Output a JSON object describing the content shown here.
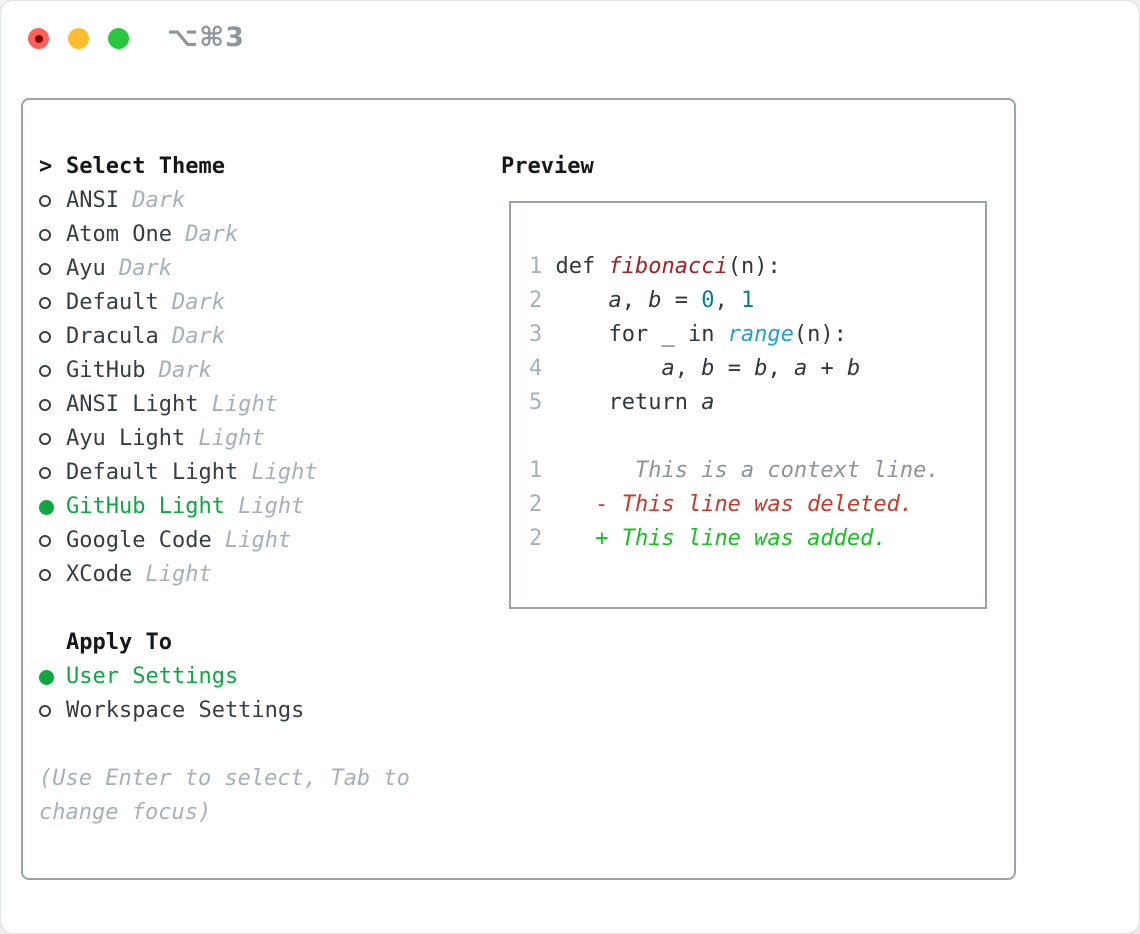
{
  "window": {
    "title": "⌥⌘3"
  },
  "colors": {
    "traffic_red": "#FE5F57",
    "traffic_red_dot": "#7D0006",
    "traffic_yellow": "#FEBC2E",
    "traffic_green": "#28C73F",
    "title_gray": "#8F959C",
    "border_gray": "#9AA3AE",
    "header_dark": "#14171B",
    "text_dark": "#373D45",
    "code_dark": "#31363D",
    "dim_gray": "#A6AFBC",
    "context_gray": "#8B939D",
    "green_sel": "#0FA643",
    "added_green": "#13C21D",
    "deleted_red": "#C43A2B",
    "function_red": "#A32127",
    "literal_teal": "#0E7C86",
    "call_blue": "#219FD6"
  },
  "theme_picker": {
    "header_prefix": ">",
    "header": "Select Theme",
    "items": [
      {
        "name": "ANSI",
        "tag": "Dark",
        "selected": false
      },
      {
        "name": "Atom One",
        "tag": "Dark",
        "selected": false
      },
      {
        "name": "Ayu",
        "tag": "Dark",
        "selected": false
      },
      {
        "name": "Default",
        "tag": "Dark",
        "selected": false
      },
      {
        "name": "Dracula",
        "tag": "Dark",
        "selected": false
      },
      {
        "name": "GitHub",
        "tag": "Dark",
        "selected": false
      },
      {
        "name": "ANSI Light",
        "tag": "Light",
        "selected": false
      },
      {
        "name": "Ayu Light",
        "tag": "Light",
        "selected": false
      },
      {
        "name": "Default Light",
        "tag": "Light",
        "selected": false
      },
      {
        "name": "GitHub Light",
        "tag": "Light",
        "selected": true
      },
      {
        "name": "Google Code",
        "tag": "Light",
        "selected": false
      },
      {
        "name": "XCode",
        "tag": "Light",
        "selected": false
      }
    ]
  },
  "apply_to": {
    "header": "Apply To",
    "items": [
      {
        "name": "User Settings",
        "selected": true
      },
      {
        "name": "Workspace Settings",
        "selected": false
      }
    ]
  },
  "hint_lines": [
    "(Use Enter to select, Tab to",
    "change focus)"
  ],
  "preview": {
    "header": "Preview",
    "lines": [
      [
        {
          "t": "1",
          "s": "num"
        },
        {
          "t": " def ",
          "s": "code"
        },
        {
          "t": "fibonacci",
          "s": "fn"
        },
        {
          "t": "(n):",
          "s": "code"
        }
      ],
      [
        {
          "t": "2",
          "s": "num"
        },
        {
          "t": "     ",
          "s": "code"
        },
        {
          "t": "a",
          "s": "var"
        },
        {
          "t": ", ",
          "s": "code"
        },
        {
          "t": "b",
          "s": "var"
        },
        {
          "t": " = ",
          "s": "code"
        },
        {
          "t": "0",
          "s": "lit"
        },
        {
          "t": ", ",
          "s": "code"
        },
        {
          "t": "1",
          "s": "lit"
        }
      ],
      [
        {
          "t": "3",
          "s": "num"
        },
        {
          "t": "     for _ in ",
          "s": "code"
        },
        {
          "t": "range",
          "s": "call"
        },
        {
          "t": "(n):",
          "s": "code"
        }
      ],
      [
        {
          "t": "4",
          "s": "num"
        },
        {
          "t": "         ",
          "s": "code"
        },
        {
          "t": "a",
          "s": "var"
        },
        {
          "t": ", ",
          "s": "code"
        },
        {
          "t": "b",
          "s": "var"
        },
        {
          "t": " = ",
          "s": "code"
        },
        {
          "t": "b",
          "s": "var"
        },
        {
          "t": ", ",
          "s": "code"
        },
        {
          "t": "a",
          "s": "var"
        },
        {
          "t": " + ",
          "s": "code"
        },
        {
          "t": "b",
          "s": "var"
        }
      ],
      [
        {
          "t": "5",
          "s": "num"
        },
        {
          "t": "     return ",
          "s": "code"
        },
        {
          "t": "a",
          "s": "var"
        }
      ],
      [],
      [
        {
          "t": "1",
          "s": "num"
        },
        {
          "t": "       ",
          "s": "code"
        },
        {
          "t": "This is a context line.",
          "s": "ctx"
        }
      ],
      [
        {
          "t": "2",
          "s": "num"
        },
        {
          "t": "    ",
          "s": "code"
        },
        {
          "t": "- This line was deleted.",
          "s": "del"
        }
      ],
      [
        {
          "t": "2",
          "s": "num"
        },
        {
          "t": "    ",
          "s": "code"
        },
        {
          "t": "+ This line was added.",
          "s": "add"
        }
      ]
    ]
  }
}
